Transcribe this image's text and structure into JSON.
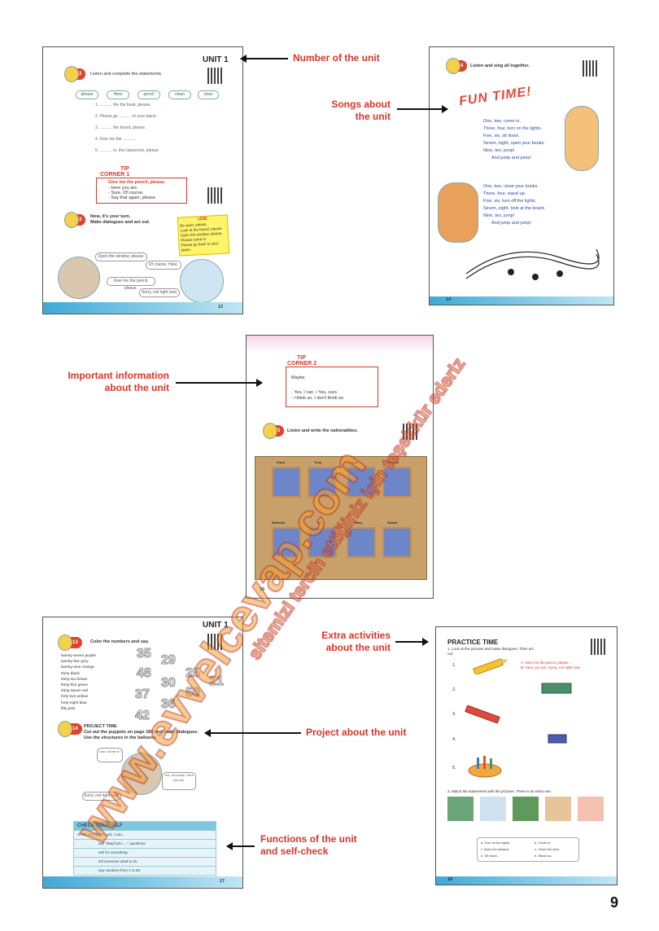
{
  "callouts": {
    "number_of_unit": "Number of the unit",
    "songs_line1": "Songs about",
    "songs_line2": "the unit",
    "important_line1": "Important information",
    "important_line2": "about the unit",
    "extra_line1": "Extra activities",
    "extra_line2": "about the unit",
    "project": "Project about the unit",
    "functions_line1": "Functions of the unit",
    "functions_line2": "and self-check"
  },
  "thumb1": {
    "unit": "UNIT 1",
    "badge2": "2",
    "instr2": "Listen and complete the statements.",
    "pills": [
      "please",
      "Here",
      "pencil",
      "clean",
      "clear"
    ],
    "tip_title1": "TIP",
    "tip_title2": "CORNER 1",
    "tip_lines": [
      "Give me the pencil, please.",
      "- Here you are.",
      "- Sure. Of course.",
      "- Say that again, please."
    ],
    "badge3": "3",
    "instr3a": "Now, it's your turn.",
    "instr3b": "Make dialogues and act out.",
    "use_title": "USE",
    "use_lines": [
      "Be quiet, please.",
      "Look at the board, please.",
      "Open the window, please.",
      "Please come in.",
      "Please go back to your place."
    ],
    "bubbles": [
      "Open the window, please.",
      "Of course. Here.",
      "Give me the pencil, please.",
      "Sorry, not right now."
    ],
    "page": "13"
  },
  "thumb2": {
    "badge": "4",
    "instr": "Listen and sing all together.",
    "title": "FUN TIME!",
    "verse1": [
      "One, two, come in.",
      "Three, four, turn on the lights.",
      "Five, six, sit down.",
      "Seven, eight, open your books.",
      "Nine, ten, jump!",
      "And jump and jump!"
    ],
    "verse2": [
      "One, two, close your books.",
      "Three, four, stand up.",
      "Five, six, turn off the lights.",
      "Seven, eight, look at the board.",
      "Nine, ten, jump!",
      "And jump and jump!"
    ],
    "page": "14"
  },
  "thumb3": {
    "tip_title1": "TIP",
    "tip_title2": "CORNER 2",
    "maybe": "Maybe.",
    "lines": [
      "- Yes, I can. / Yes, sure.",
      "- I think so. I don't think so."
    ],
    "badge": "5",
    "instr": "Listen and write the nationalities.",
    "names_top": [
      "Kiara",
      "Tony",
      "Igor",
      "Yumiko"
    ],
    "names_bottom": [
      "Mathilda",
      "Ali",
      "Mary",
      "Malala"
    ],
    "page": "16"
  },
  "thumb4": {
    "unit": "UNIT 1",
    "badge": "13",
    "instr": "Color the numbers and say.",
    "list": [
      "twenty-seven purple",
      "twenty-five grey",
      "twenty-nine orange",
      "thirty black",
      "thirty-six brown",
      "thirty-five green",
      "thirty-seven red",
      "forty-two yellow",
      "forty-eight blue",
      "fifty pink"
    ],
    "numbers": [
      "35",
      "29",
      "48",
      "30",
      "25",
      "21",
      "37",
      "50",
      "36",
      "42"
    ],
    "badge_proj": "14",
    "proj_title": "PROJECT TIME",
    "proj_text": "Cut out the puppets on page 185 and make dialogues. Use the structures in the balloons.",
    "bubbles": [
      "Can I come in?",
      "Yes, of course. Here you are.",
      "Sorry, not right now."
    ],
    "check_title": "CHECK YOURSELF",
    "check_rows": [
      "At the end of this unit, I can...",
      "ask \"May/Can I ...\" questions.",
      "ask for something.",
      "tell someone what to do.",
      "say numbers from 1 to 50."
    ],
    "page": "17"
  },
  "thumb5": {
    "title": "PRACTICE TIME",
    "instr1": "1. Look at the pictures and make dialogues. Then act out.",
    "first_line": "A: Give me the pencil, please.",
    "first_line2": "B: Here you are. Sorry, not right now.",
    "items": [
      "1.",
      "2.",
      "3.",
      "4.",
      "5."
    ],
    "instr2": "2. Match the statements with the pictures. There is an extra one.",
    "options": [
      "a. Turn on the lights.",
      "b. Come in.",
      "c. Close the door.",
      "d. Sit down.",
      "e. Stand up.",
      "f. Open the window."
    ],
    "page": "18"
  },
  "page_number": "9",
  "watermark1": "www.evvelcevap.com",
  "watermark2": "sitemizi tercih ettiğiniz için teşekkür ederiz"
}
